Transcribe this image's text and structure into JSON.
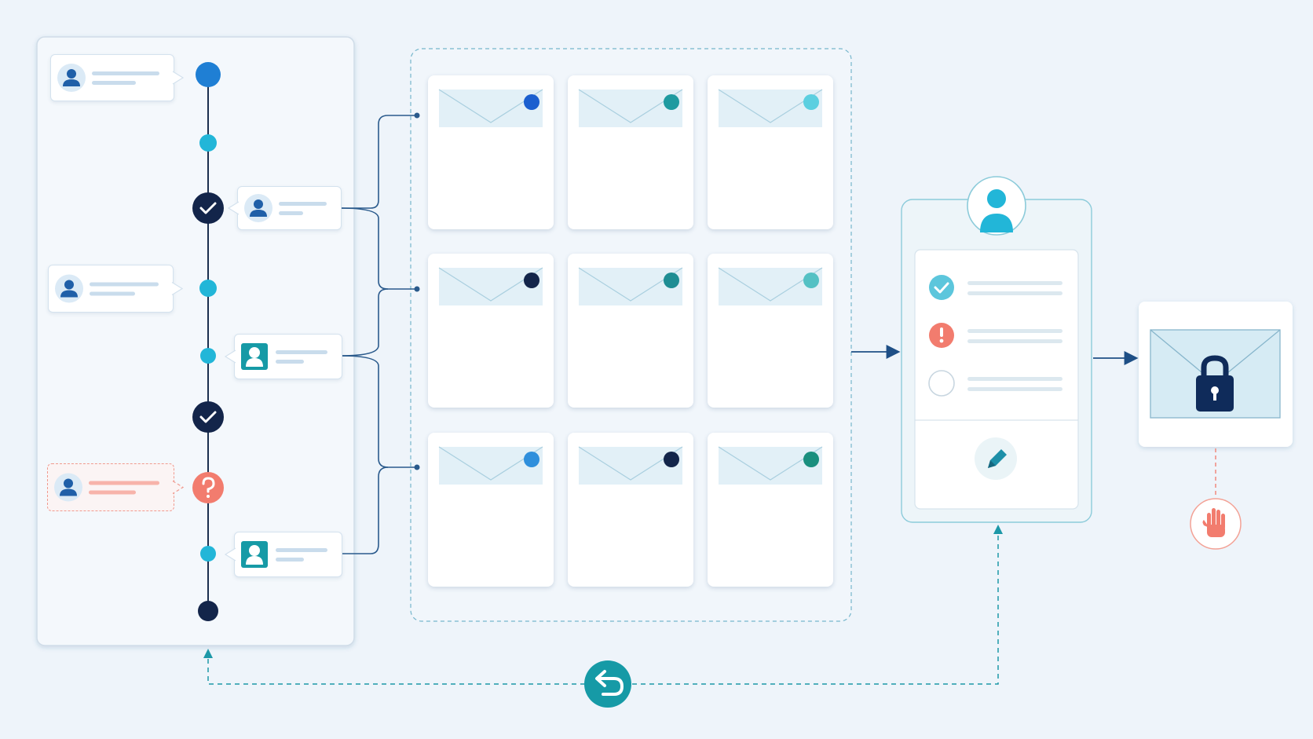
{
  "colors": {
    "background": "#eef4fa",
    "timeline_line": "#1b2f4f",
    "node_blue": "#1f7fd4",
    "node_cyan": "#22b6d8",
    "node_navy": "#13254a",
    "alert": "#f27c6e",
    "teal": "#159aa6",
    "connector": "#2a5a8c",
    "dashed_teal": "#1d98a8"
  },
  "timeline": {
    "nodes": [
      {
        "type": "start",
        "color": "#1f7fd4"
      },
      {
        "type": "dot",
        "color": "#22b6d8"
      },
      {
        "type": "check",
        "color": "#13254a"
      },
      {
        "type": "dot",
        "color": "#22b6d8"
      },
      {
        "type": "dot",
        "color": "#22b6d8"
      },
      {
        "type": "check",
        "color": "#13254a"
      },
      {
        "type": "question",
        "color": "#f27c6e"
      },
      {
        "type": "dot",
        "color": "#22b6d8"
      },
      {
        "type": "end",
        "color": "#13254a"
      }
    ],
    "bubbles": [
      {
        "side": "left",
        "avatar": "round-blue",
        "state": "normal"
      },
      {
        "side": "right",
        "avatar": "round-blue",
        "state": "normal"
      },
      {
        "side": "left",
        "avatar": "round-blue",
        "state": "normal"
      },
      {
        "side": "right",
        "avatar": "square-teal",
        "state": "normal"
      },
      {
        "side": "left",
        "avatar": "round-blue",
        "state": "alert"
      },
      {
        "side": "right",
        "avatar": "square-teal",
        "state": "normal"
      }
    ]
  },
  "email_grid": {
    "cards": [
      {
        "dot_color": "#1b5fcf"
      },
      {
        "dot_color": "#1e9aa0"
      },
      {
        "dot_color": "#5ccfe0"
      },
      {
        "dot_color": "#13254a"
      },
      {
        "dot_color": "#1e8d93"
      },
      {
        "dot_color": "#54c1c4"
      },
      {
        "dot_color": "#2f8fdc"
      },
      {
        "dot_color": "#13254a"
      },
      {
        "dot_color": "#1a8f7e"
      }
    ]
  },
  "review_panel": {
    "items": [
      {
        "status": "approved",
        "icon": "check-circle-icon",
        "color": "#5cc6dc"
      },
      {
        "status": "warning",
        "icon": "exclamation-circle-icon",
        "color": "#f27c6e"
      },
      {
        "status": "pending",
        "icon": "empty-circle-icon",
        "color": "#c8d6e0"
      }
    ],
    "edit_icon": "pencil-icon",
    "reviewer_icon": "user-icon"
  },
  "secure_output": {
    "icon": "locked-envelope-icon",
    "blocked_icon": "stop-hand-icon"
  },
  "loop": {
    "icon": "undo-arrow-icon"
  }
}
